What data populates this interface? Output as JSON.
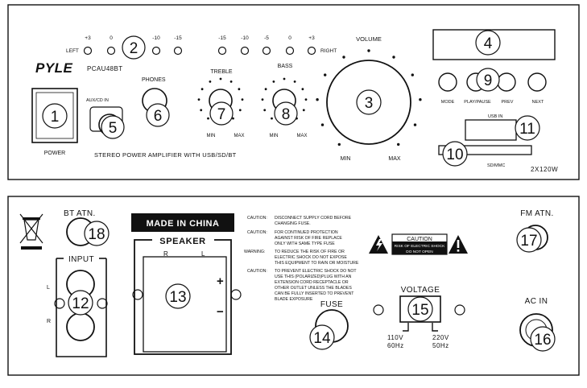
{
  "front": {
    "brand": "PYLE",
    "model": "PCAU48BT",
    "left": "LEFT",
    "right": "RIGHT",
    "left_scale": [
      "+3",
      "0",
      "-5",
      "-10",
      "-15"
    ],
    "right_scale": [
      "-15",
      "-10",
      "-5",
      "0",
      "+3"
    ],
    "volume": "VOLUME",
    "treble": "TREBLE",
    "bass": "BASS",
    "phones": "PHONES",
    "aux": "AUX/CD IN",
    "power": "POWER",
    "min": "MIN",
    "max": "MAX",
    "mode": "MODE",
    "play_pause": "PLAY/PAUSE",
    "prev": "PREV",
    "next": "NEXT",
    "usb_in": "USB IN",
    "sd_mmc": "SD/MMC",
    "wattage": "2X120W",
    "subtitle": "STEREO POWER AMPLIFIER WITH USB/SD/BT"
  },
  "rear": {
    "bt_atn": "BT ATN.",
    "input": "INPUT",
    "input_l": "L",
    "input_r": "R",
    "made_in": "MADE IN CHINA",
    "speaker": "SPEAKER",
    "speaker_r": "R",
    "speaker_l": "L",
    "plus": "+",
    "minus": "−",
    "caution_tag": "CAUTION:",
    "warning_tag": "WARNING:",
    "caution1": [
      "DISCONNECT SUPPLY CORD BEFORE",
      "CHANGING FUSE."
    ],
    "caution2": [
      "FOR CONTINUED PROTECTION",
      "AGAINST RISK OF FIRE REPLACE",
      "ONLY WITH SAME TYPE FUSE"
    ],
    "warning1": [
      "TO REDUCE THE RISK OF FIRE OR",
      "ELECTRIC SHOCK DO NOT EXPOSE",
      "THIS EQUIPMENT TO RAIN OR MOISTURE"
    ],
    "caution3": [
      "TO PREVENT ELECTRIC SHOCK DO NOT",
      "USE THIS (POLARIZED)PLUG WITH AN",
      "EXTENSION CORD RECEPTACLE OR",
      "OTHER OUTLET UNLESS THE BLADES",
      "CAN BE FULLY INSERTED TO PREVENT",
      "BLADE EXPOSURE"
    ],
    "shock_title": "CAUTION",
    "shock_line1": "RISK OF ELECTRIC SHOCK",
    "shock_line2": "DO NOT OPEN",
    "fuse": "FUSE",
    "voltage": "VOLTAGE",
    "v110": "110V",
    "hz60": "60Hz",
    "v220": "220V",
    "hz50": "50Hz",
    "fm_atn": "FM ATN.",
    "ac_in": "AC IN"
  },
  "callouts": [
    "1",
    "2",
    "3",
    "4",
    "5",
    "6",
    "7",
    "8",
    "9",
    "10",
    "11",
    "12",
    "13",
    "14",
    "15",
    "16",
    "17",
    "18"
  ]
}
